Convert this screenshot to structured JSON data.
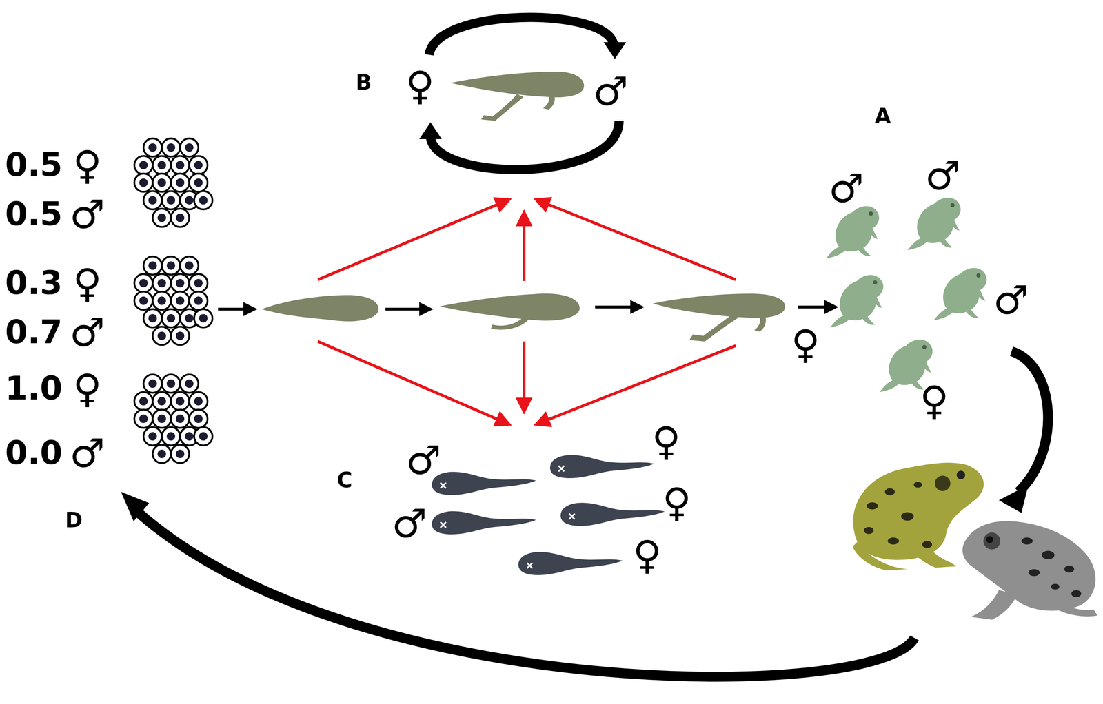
{
  "diagram": {
    "labels": [
      "B",
      "♀",
      "♂",
      "A",
      "0.5",
      "♀",
      "0.5",
      "♂",
      "0.3",
      "♀",
      "0.7",
      "♂",
      "1.0",
      "♀",
      "0.0",
      "♂",
      "♂",
      "♂",
      "♂",
      "♀",
      "♀",
      "♂",
      "♀",
      "C",
      "♂",
      "♀",
      "♀",
      "D"
    ]
  }
}
